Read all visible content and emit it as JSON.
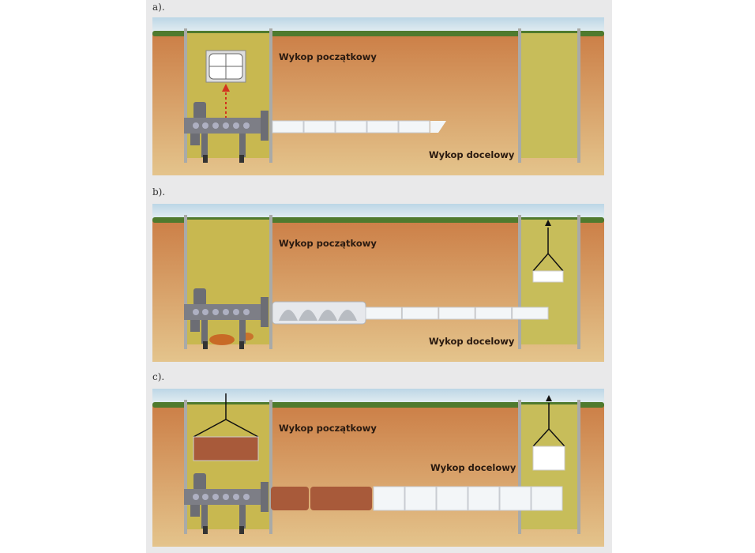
{
  "panels": [
    {
      "label": "a).",
      "start_pit": "Wykop początkowy",
      "target_pit": "Wykop docelowy",
      "stage": "pilot"
    },
    {
      "label": "b).",
      "start_pit": "Wykop początkowy",
      "target_pit": "Wykop docelowy",
      "stage": "auger"
    },
    {
      "label": "c).",
      "start_pit": "Wykop początkowy",
      "target_pit": "Wykop docelowy",
      "stage": "pipe"
    }
  ],
  "colors": {
    "sky": "#cfe3ee",
    "grass": "#4f7a2e",
    "soil_top": "#c9773f",
    "soil_bottom": "#e4c48c",
    "shaft": "#c8b850",
    "wall": "#a9aaa8",
    "machine": "#7d7e86",
    "pipe": "#f3f6f8",
    "product_pipe": "#a85a3a"
  }
}
